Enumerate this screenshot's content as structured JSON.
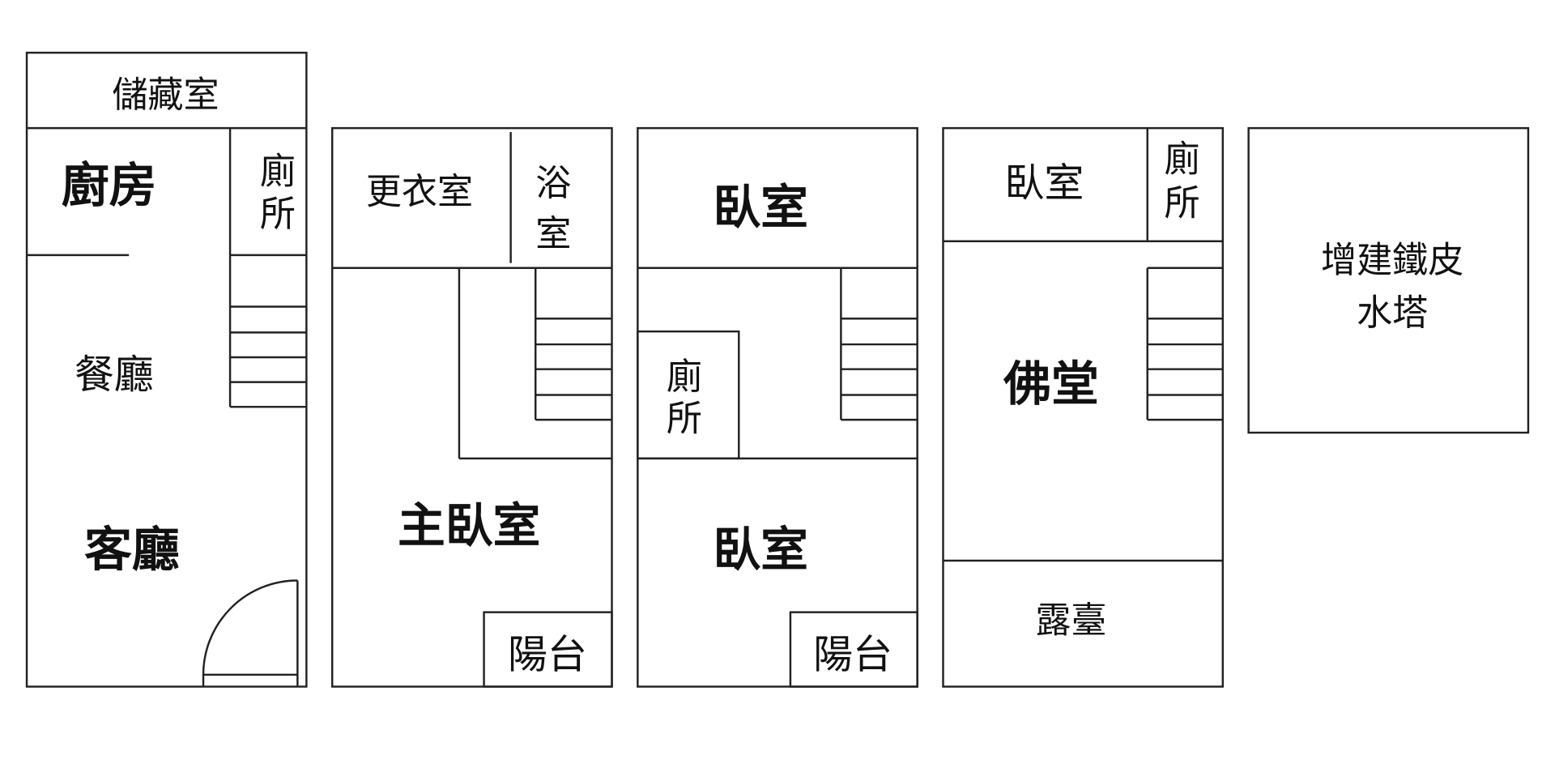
{
  "floor1": {
    "storage": "儲藏室",
    "kitchen": "廚房",
    "toilet": [
      "廁",
      "所"
    ],
    "dining": "餐廳",
    "living": "客廳"
  },
  "floor2": {
    "dressing": "更衣室",
    "bath": [
      "浴",
      "室"
    ],
    "master_bedroom": "主臥室",
    "balcony": "陽台"
  },
  "floor3": {
    "bedroom_top": "臥室",
    "toilet": [
      "廁",
      "所"
    ],
    "bedroom_bottom": "臥室",
    "balcony": "陽台"
  },
  "floor4": {
    "bedroom": "臥室",
    "toilet": [
      "廁",
      "所"
    ],
    "shrine": "佛堂",
    "terrace": "露臺"
  },
  "roof": {
    "line1": "增建鐵皮",
    "line2": "水塔"
  }
}
